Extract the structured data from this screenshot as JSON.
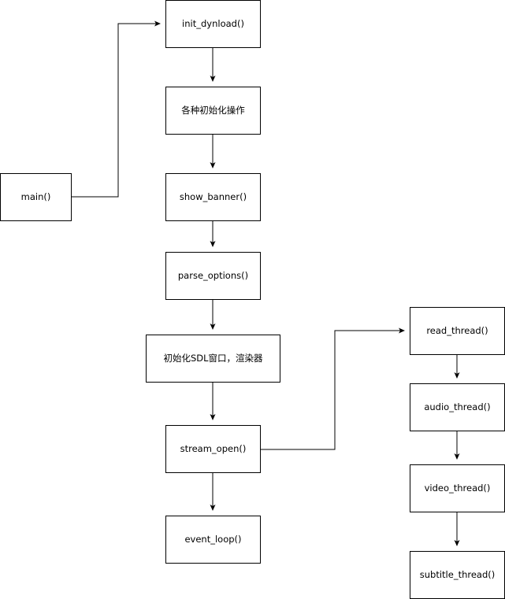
{
  "diagram": {
    "nodes": {
      "main": "main()",
      "init_dynload": "init_dynload()",
      "init_ops": "各种初始化操作",
      "show_banner": "show_banner()",
      "parse_options": "parse_options()",
      "init_sdl": "初始化SDL窗口，渲染器",
      "stream_open": "stream_open()",
      "event_loop": "event_loop()",
      "read_thread": "read_thread()",
      "audio_thread": "audio_thread()",
      "video_thread": "video_thread()",
      "subtitle_thread": "subtitle_thread()"
    },
    "edges": [
      [
        "main",
        "init_dynload"
      ],
      [
        "init_dynload",
        "init_ops"
      ],
      [
        "init_ops",
        "show_banner"
      ],
      [
        "show_banner",
        "parse_options"
      ],
      [
        "parse_options",
        "init_sdl"
      ],
      [
        "init_sdl",
        "stream_open"
      ],
      [
        "stream_open",
        "event_loop"
      ],
      [
        "stream_open",
        "read_thread"
      ],
      [
        "read_thread",
        "audio_thread"
      ],
      [
        "audio_thread",
        "video_thread"
      ],
      [
        "video_thread",
        "subtitle_thread"
      ]
    ]
  }
}
